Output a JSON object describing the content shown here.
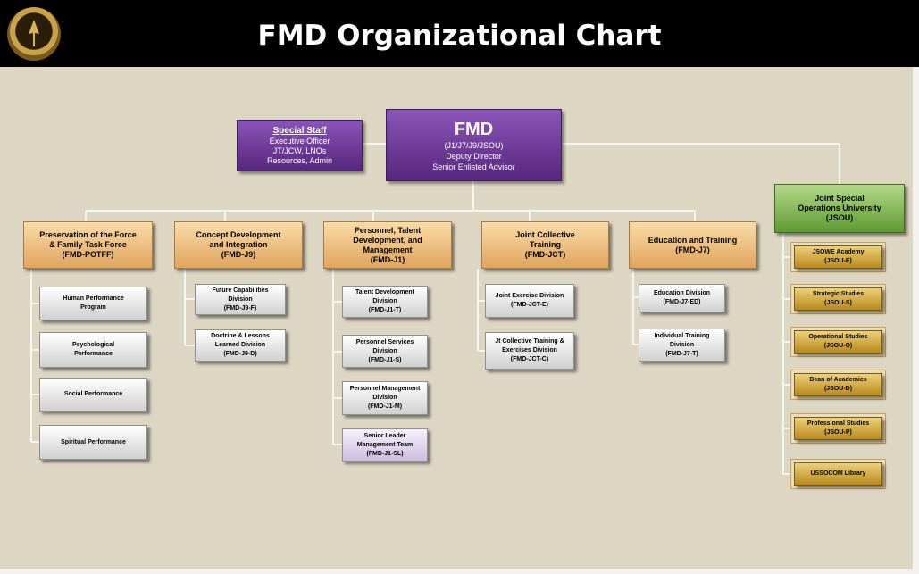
{
  "title": "FMD Organizational Chart",
  "seal_icon": "ussocom-seal-icon",
  "colors": {
    "background": "#ddd6c2",
    "title_bar": "#000000",
    "purple": "#6b3a96",
    "tan": "#eec184",
    "green": "#7bb84c",
    "gold": "#d9b64a"
  },
  "fmd": {
    "title": "FMD",
    "lines": [
      "(J1/J7/J9/JSOU)",
      "Deputy Director",
      "Senior Enlisted Advisor"
    ]
  },
  "special_staff": {
    "title": "Special Staff",
    "lines": [
      "Executive Officer",
      "JT/JCW, LNOs",
      "Resources, Admin"
    ]
  },
  "jsou": {
    "lines": [
      "Joint Special",
      "Operations University",
      "(JSOU)"
    ],
    "units": [
      {
        "lines": [
          "JSOWE Academy",
          "(JSOU-E)"
        ]
      },
      {
        "lines": [
          "Strategic Studies",
          "(JSOU-S)"
        ]
      },
      {
        "lines": [
          "Operational Studies",
          "(JSOU-O)"
        ]
      },
      {
        "lines": [
          "Dean of Academics",
          "(JSOU-D)"
        ]
      },
      {
        "lines": [
          "Professional Studies",
          "(JSOU-P)"
        ]
      },
      {
        "lines": [
          "USSOCOM Library"
        ]
      }
    ]
  },
  "divisions": [
    {
      "lines": [
        "Preservation of the Force",
        "& Family Task Force",
        "(FMD-POTFF)"
      ],
      "subunits": [
        {
          "lines": [
            "Human Performance",
            "Program"
          ]
        },
        {
          "lines": [
            "Psychological",
            "Performance"
          ]
        },
        {
          "lines": [
            "Social Performance"
          ]
        },
        {
          "lines": [
            "Spiritual Performance"
          ]
        }
      ]
    },
    {
      "lines": [
        "Concept Development",
        "and Integration",
        "(FMD-J9)"
      ],
      "subunits": [
        {
          "lines": [
            "Future Capabilities",
            "Division",
            "(FMD-J9-F)"
          ]
        },
        {
          "lines": [
            "Doctrine & Lessons",
            "Learned Division",
            "(FMD-J9-D)"
          ]
        }
      ]
    },
    {
      "lines": [
        "Personnel, Talent",
        "Development, and",
        "Management",
        "(FMD-J1)"
      ],
      "subunits": [
        {
          "lines": [
            "Talent Development",
            "Division",
            "(FMD-J1-T)"
          ]
        },
        {
          "lines": [
            "Personnel Services",
            "Division",
            "(FMD-J1-S)"
          ]
        },
        {
          "lines": [
            "Personnel Management",
            "Division",
            "(FMD-J1-M)"
          ]
        },
        {
          "lines": [
            "Senior Leader",
            "Management Team",
            "(FMD-J1-SL)"
          ]
        }
      ]
    },
    {
      "lines": [
        "Joint Collective",
        "Training",
        "(FMD-JCT)"
      ],
      "subunits": [
        {
          "lines": [
            "Joint Exercise Division",
            "(FMD-JCT-E)"
          ]
        },
        {
          "lines": [
            "Jt Collective Training &",
            "Exercises Division",
            "(FMD-JCT-C)"
          ]
        }
      ]
    },
    {
      "lines": [
        "Education and Training",
        "(FMD-J7)"
      ],
      "subunits": [
        {
          "lines": [
            "Education Division",
            "(FMD-J7-ED)"
          ]
        },
        {
          "lines": [
            "Individual Training",
            "Division",
            "(FMD-J7-T)"
          ]
        }
      ]
    }
  ]
}
